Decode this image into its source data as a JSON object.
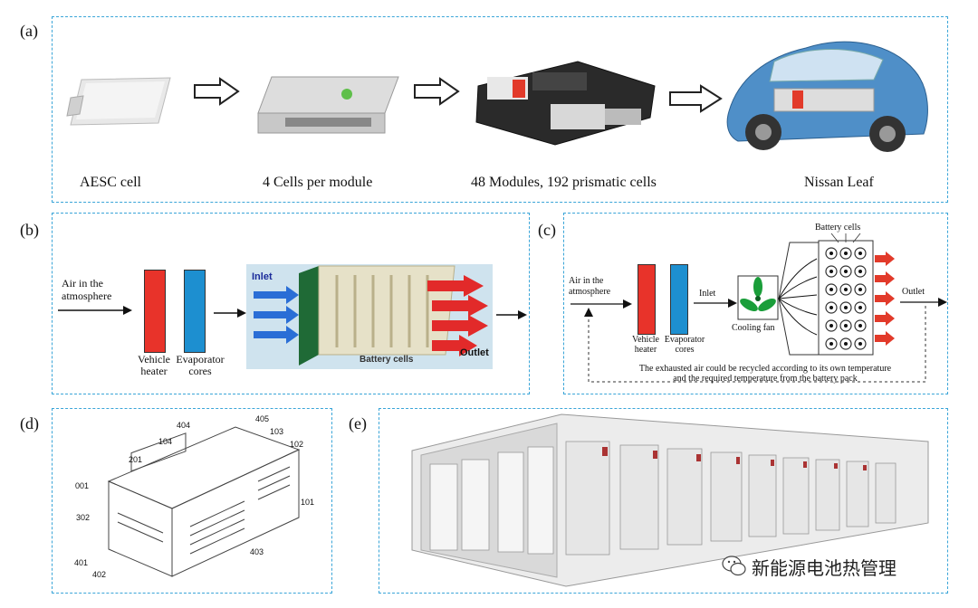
{
  "panels": {
    "a": {
      "label": "(a)",
      "captions": [
        "AESC cell",
        "4 Cells per module",
        "48 Modules, 192 prismatic cells",
        "Nissan Leaf"
      ]
    },
    "b": {
      "label": "(b)",
      "air": "Air in the atmosphere",
      "heater": "Vehicle heater",
      "evaporator": "Evaporator cores",
      "inlet": "Inlet",
      "outlet": "Outlet",
      "battery": "Battery cells"
    },
    "c": {
      "label": "(c)",
      "air": "Air in the atmosphere",
      "heater": "Vehicle heater",
      "evaporator": "Evaporator cores",
      "inlet": "Inlet",
      "fan": "Cooling fan",
      "battery": "Battery cells",
      "outlet": "Outlet",
      "note_line1": "The exhausted air could be recycled according to its own temperature",
      "note_line2": "and the required temperature from the battery pack"
    },
    "d": {
      "label": "(d)",
      "numbers": [
        "001",
        "201",
        "104",
        "404",
        "405",
        "103",
        "102",
        "101",
        "302",
        "403",
        "401",
        "402"
      ]
    },
    "e": {
      "label": "(e)"
    }
  },
  "watermark": "新能源电池热管理",
  "colors": {
    "dash": "#3aa5d8",
    "heater": "#e8332a",
    "evaporator": "#1d8fd0",
    "fan": "#1a9e3a",
    "arrow_red": "#e23a2a"
  }
}
